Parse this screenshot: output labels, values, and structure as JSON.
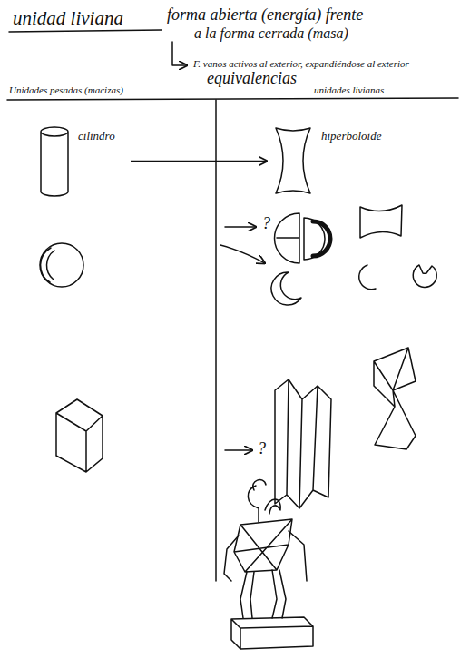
{
  "diagram": {
    "title": "unidad liviana",
    "nodes": [
      {
        "text": [
          "cilindro"
        ]
      },
      {
        "text": [
          "hiperboloide"
        ]
      }
    ],
    "edges": [
      {
        "from": 0,
        "to": 1,
        "arrow": "to"
      }
    ],
    "labels": [
      "forma abierta (energía) frente",
      "a la forma cerrada (masa)",
      "F. vanos activos al exterior, expandiéndose al exterior",
      "equivalencias",
      "Unidades pesadas (macizas)",
      "unidades livianas",
      "?",
      "?"
    ]
  }
}
